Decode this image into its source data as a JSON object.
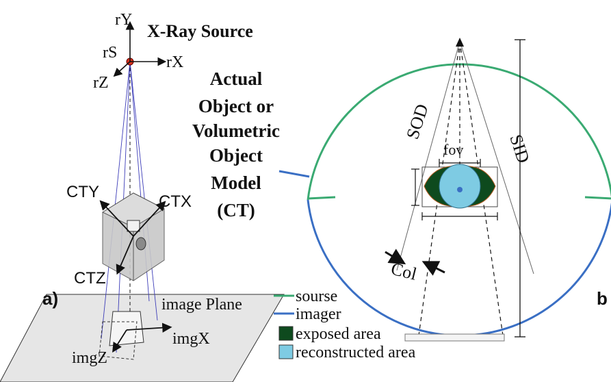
{
  "panel_a": {
    "label": "a)",
    "source_title": "X-Ray Source",
    "source_axes": {
      "y": "rY",
      "x": "rX",
      "z": "rZ",
      "s": "rS"
    },
    "object_title_lines": [
      "Actual",
      "Object or",
      "Volumetric",
      "Object",
      "Model",
      "(CT)"
    ],
    "ct_axes": {
      "y": "CTY",
      "x": "CTX",
      "z": "CTZ"
    },
    "image_plane": "image Plane",
    "img_axes": {
      "x": "imgX",
      "z": "imgZ"
    }
  },
  "panel_b": {
    "label": "b",
    "sod": "SOD",
    "sid": "SID",
    "fov": "fov",
    "col": "Col"
  },
  "legend": {
    "items": [
      {
        "label": "sourse",
        "color": "#3aaa72",
        "kind": "line"
      },
      {
        "label": "imager",
        "color": "#3a6fc4",
        "kind": "line"
      },
      {
        "label": "exposed area",
        "color": "#0e4a1e",
        "kind": "box"
      },
      {
        "label": "reconstructed area",
        "color": "#7ecbe3",
        "kind": "box"
      }
    ]
  }
}
